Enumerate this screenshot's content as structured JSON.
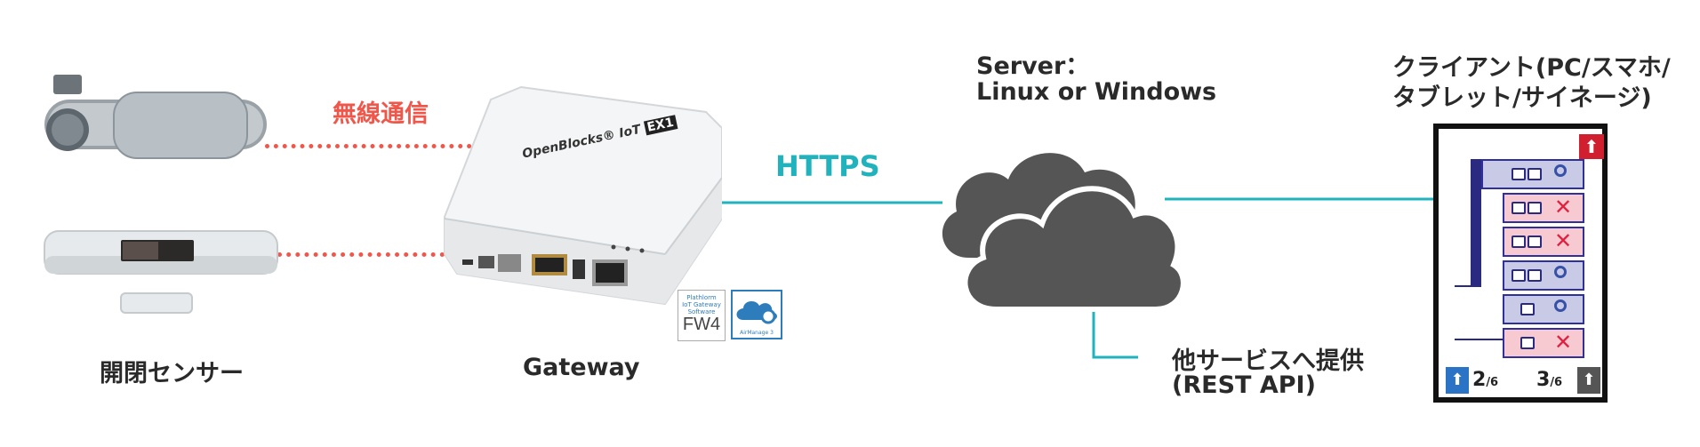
{
  "labels": {
    "wireless": "無線通信",
    "https": "HTTPS",
    "server": "Server：",
    "server_os": "Linux or Windows",
    "client_line1": "クライアント(PC/スマホ/",
    "client_line2": "タブレット/サイネージ)",
    "sensor": "開閉センサー",
    "gateway": "Gateway",
    "rest_line1": "他サービスへ提供",
    "rest_line2": "(REST API)"
  },
  "gateway_device": {
    "brand": "OpenBlocks® IoT",
    "model_badge": "EX1"
  },
  "badges": {
    "fw_text_1": "Plathlorm",
    "fw_text_2": "IoT Gateway",
    "fw_text_3": "Software",
    "fw_text_4": "FW4",
    "am_text": "AirManage 3"
  },
  "client_screen": {
    "rows": [
      {
        "status": "free",
        "icons": 2
      },
      {
        "status": "occupied",
        "icons": 2
      },
      {
        "status": "occupied",
        "icons": 2
      },
      {
        "status": "free",
        "icons": 2
      },
      {
        "status": "free",
        "icons": 1
      },
      {
        "status": "occupied",
        "icons": 1
      }
    ],
    "male_count": "2",
    "male_total": "/6",
    "female_count": "3",
    "female_total": "/6"
  },
  "colors": {
    "wireless_line": "#f0574a",
    "network_line": "#20b3bd",
    "cloud": "#555555",
    "free_row": "#c9cbe6",
    "occupied_row": "#f7c9d0",
    "male_icon": "#2b73c4",
    "female_icon": "#555555",
    "exit_icon": "#d02030"
  },
  "icons": [
    "door-sensor-icon",
    "window-sensor-icon",
    "gateway-device-icon",
    "cloud-icon",
    "toilet-icon",
    "person-icon",
    "occupied-x-icon",
    "exit-icon",
    "male-icon",
    "female-icon"
  ]
}
